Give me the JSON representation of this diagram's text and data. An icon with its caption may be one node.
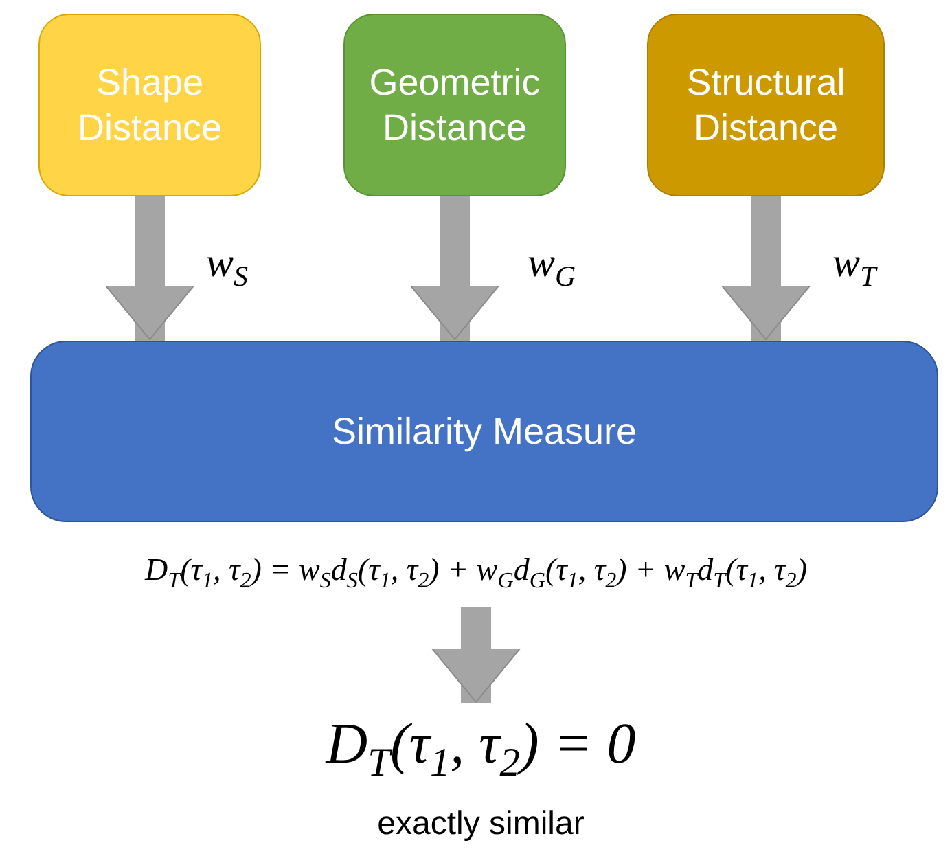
{
  "diagram": {
    "nodes": [
      {
        "text": [
          "Shape Distance"
        ]
      },
      {
        "text": [
          "Geometric Distance"
        ]
      },
      {
        "text": [
          "Structural Distance"
        ]
      },
      {
        "text": [
          "Similarity Measure"
        ]
      },
      {
        "text": [
          "D$_{T}$(τ$_{1}$, τ$_{2}$) = w$_{S}$d$_{S}$(τ$_{1}$, τ$_{2}$) + w$_{G}$d$_{G}$(τ$_{1}$, τ$_{2}$) + w$_{T}$d$_{T}$(τ$_{1}$, τ$_{2}$)"
        ]
      },
      {
        "text": [
          "D$_{T}$(τ$_{1}$, τ$_{2}$) = 0",
          "exactly similar"
        ]
      }
    ],
    "edges": [
      {
        "from": 0,
        "to": 3,
        "arrow": "to",
        "label": "w$_{S}$"
      },
      {
        "from": 1,
        "to": 3,
        "arrow": "to",
        "label": "w$_{G}$"
      },
      {
        "from": 2,
        "to": 3,
        "arrow": "to",
        "label": "w$_{T}$"
      },
      {
        "from": 4,
        "to": 5,
        "arrow": "to"
      }
    ]
  }
}
